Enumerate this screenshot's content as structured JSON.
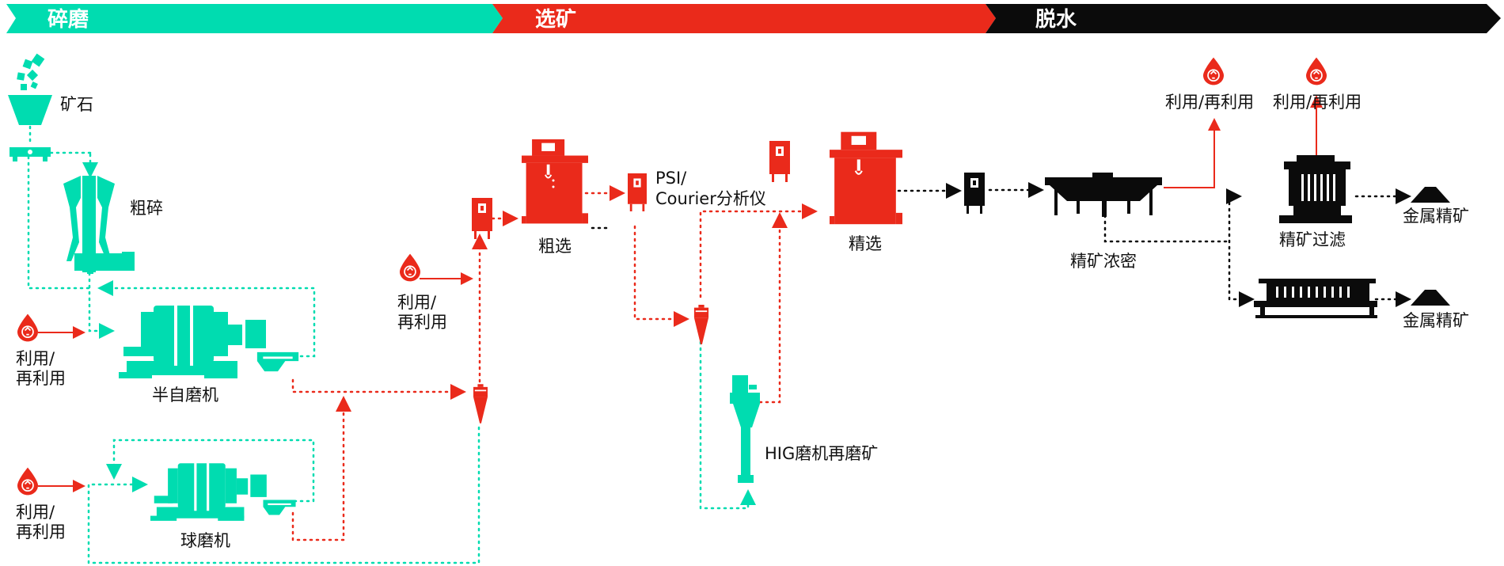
{
  "stages": [
    "碎磨",
    "选矿",
    "脱水"
  ],
  "colors": {
    "grinding": "#00dcb0",
    "flotation": "#ea2a1b",
    "dewatering": "#0b0b0b"
  },
  "labels": {
    "ore": "矿石",
    "primary_crusher": "粗碎",
    "sag_mill": "半自磨机",
    "ball_mill": "球磨机",
    "recycle_line1": "利用/",
    "recycle_line2": "再利用",
    "recycle_one_line": "利用/再利用",
    "rougher": "粗选",
    "psi_line1": "PSI/",
    "psi_line2": "Courier分析仪",
    "cleaner": "精选",
    "hig_mill": "HIG磨机再磨矿",
    "thickener": "精矿浓密",
    "filter": "精矿过滤",
    "product": "金属精矿"
  },
  "icons": [
    "ore-pieces-icon",
    "hopper-icon",
    "crusher-icon",
    "mill-icon",
    "water-drop-recycle-icon",
    "flotation-cell-icon",
    "analyzer-icon",
    "hydrocyclone-icon",
    "hig-mill-icon",
    "thickener-icon",
    "filter-press-icon",
    "concentrate-pile-icon"
  ]
}
